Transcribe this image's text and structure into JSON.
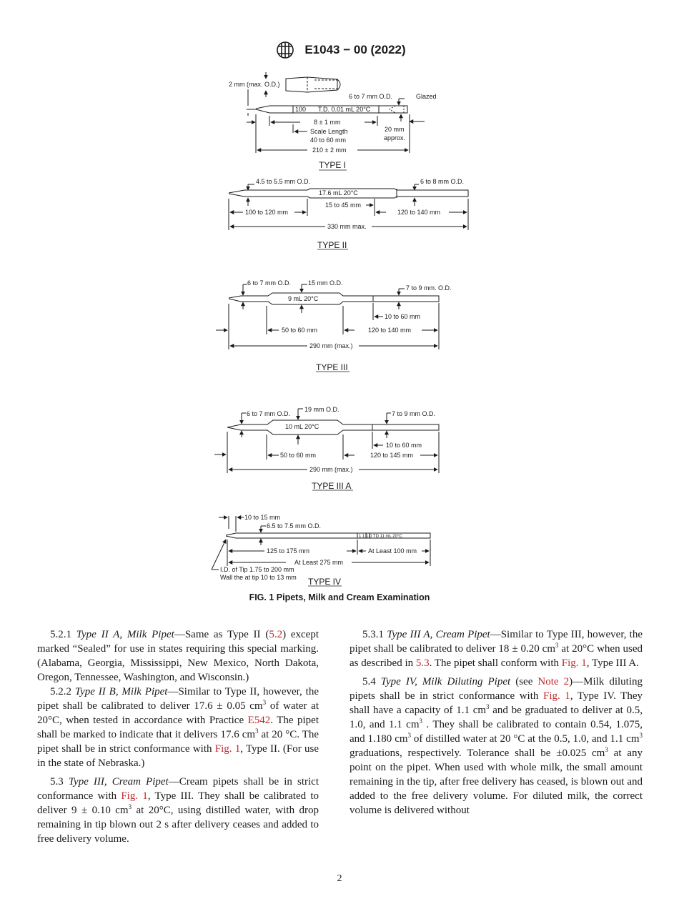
{
  "header": {
    "title": "E1043 − 00 (2022)"
  },
  "figure": {
    "caption": "FIG. 1  Pipets, Milk and Cream Examination",
    "type1": {
      "label": "TYPE I",
      "od_small": "2 mm (max. O.D.)",
      "od_end": "6 to 7 mm O.D.",
      "glazed": "Glazed",
      "scale_100": "100",
      "td": "T.D. 0.01 mL  20°C",
      "dim_8": "8 ± 1 mm",
      "scale_length": "Scale Length",
      "scale_range": "40 to 60 mm",
      "dim_20": "20 mm",
      "approx": "approx.",
      "dim_210": "210 ± 2 mm"
    },
    "type2": {
      "label": "TYPE II",
      "od_left": "4.5 to 5.5 mm O.D.",
      "od_right": "6 to 8 mm O.D.",
      "volume": "17.6 mL 20°C",
      "dim_15_45": "15 to 45 mm",
      "dim_100_120": "100 to 120 mm",
      "dim_120_140": "120 to 140 mm",
      "dim_330": "330 mm max."
    },
    "type3": {
      "label": "TYPE III",
      "od_6_7": "6 to 7 mm O.D.",
      "od_15": "15 mm O.D.",
      "od_7_9": "7 to 9 mm. O.D.",
      "volume": "9 mL 20°C",
      "dim_10_60": "10 to 60 mm",
      "dim_50_60": "50 to 60 mm",
      "dim_120_140": "120 to 140 mm",
      "dim_290": "290 mm (max.)"
    },
    "type3a": {
      "label": "TYPE III A",
      "od_6_7": "6 to 7 mm O.D.",
      "od_19": "19 mm O.D.",
      "od_7_9": "7 to 9 mm O.D.",
      "volume": "10 mL 20°C",
      "dim_10_60": "10 to 60 mm",
      "dim_50_60": "50 to 60 mm",
      "dim_120_145": "120 to 145 mm",
      "dim_290": "290 mm (max.)"
    },
    "type4": {
      "label": "TYPE IV",
      "dim_10_15": "10 to 15 mm",
      "od": "6.5 to 7.5 mm O.D.",
      "grad": "1.1  1.0     TD 11 mL 20°C",
      "dim_125_175": "125 to 175 mm",
      "dim_100": "At Least 100 mm",
      "dim_275": "At Least 275 mm",
      "tip_id": "I.D. of Tip 1.75 to 200 mm",
      "wall": "Wall the at tip 10 to 13 mm"
    }
  },
  "body": {
    "p521": {
      "num": "5.2.1",
      "title": "Type II A, Milk Pipet",
      "dash": "—Same as Type II (",
      "ref": "5.2",
      "rest": ") except marked “Sealed” for use in states requiring this special marking. (Alabama, Georgia, Mississippi, New Mexico, North Dakota, Oregon, Tennessee, Washington, and Wisconsin.)"
    },
    "p522": {
      "num": "5.2.2",
      "title": "Type II B, Milk Pipet",
      "t1": "—Similar to Type II, however, the pipet shall be calibrated to deliver 17.6 ± 0.05 cm",
      "sup1": "3",
      "t2": " of water at 20°C, when tested in accordance with Practice ",
      "ref1": "E542",
      "t3": ". The pipet shall be marked to indicate that it delivers 17.6 cm",
      "sup2": "3",
      "t4": " at 20 °C. The pipet shall be in strict conformance with ",
      "ref2": "Fig. 1",
      "t5": ", Type II. (For use in the state of Nebraska.)"
    },
    "p53": {
      "num": "5.3",
      "title": "Type III, Cream Pipet",
      "t1": "—Cream pipets shall be in strict conformance with ",
      "ref": "Fig. 1",
      "t2": ", Type III. They shall be calibrated to deliver 9 ± 0.10 cm",
      "sup": "3",
      "t3": " at 20°C, using distilled water, with drop remaining in tip blown out 2 s after delivery ceases and added to free delivery volume."
    },
    "p531": {
      "num": "5.3.1",
      "title": "Type III A, Cream Pipet",
      "t1": "—Similar to Type III, however, the pipet shall be calibrated to deliver 18 ± 0.20 cm",
      "sup": "3",
      "t2": " at 20°C when used as described in ",
      "ref1": "5.3",
      "t3": ". The pipet shall conform with ",
      "ref2": "Fig. 1",
      "t4": ", Type III A."
    },
    "p54": {
      "num": "5.4",
      "title": "Type IV, Milk Diluting Pipet",
      "t0": " (see ",
      "note": "Note 2",
      "t1": ")—Milk diluting pipets shall be in strict conformance with ",
      "ref": "Fig. 1",
      "t2": ", Type IV. They shall have a capacity of 1.1 cm",
      "sup1": "3",
      "t3": " and be graduated to deliver at 0.5, 1.0, and 1.1 cm",
      "sup2": "3",
      "t4": " . They shall be calibrated to contain 0.54, 1.075, and 1.180 cm",
      "sup3": "3",
      "t5": " of distilled water at 20 °C at the 0.5, 1.0, and 1.1 cm",
      "sup4": "3",
      "t6": " graduations, respectively. Tolerance shall be ±0.025 cm",
      "sup5": "3",
      "t7": " at any point on the pipet. When used with whole milk, the small amount remaining in the tip, after free delivery has ceased, is blown out and added to the free delivery volume. For diluted milk, the correct volume is delivered without"
    }
  },
  "page_number": "2"
}
